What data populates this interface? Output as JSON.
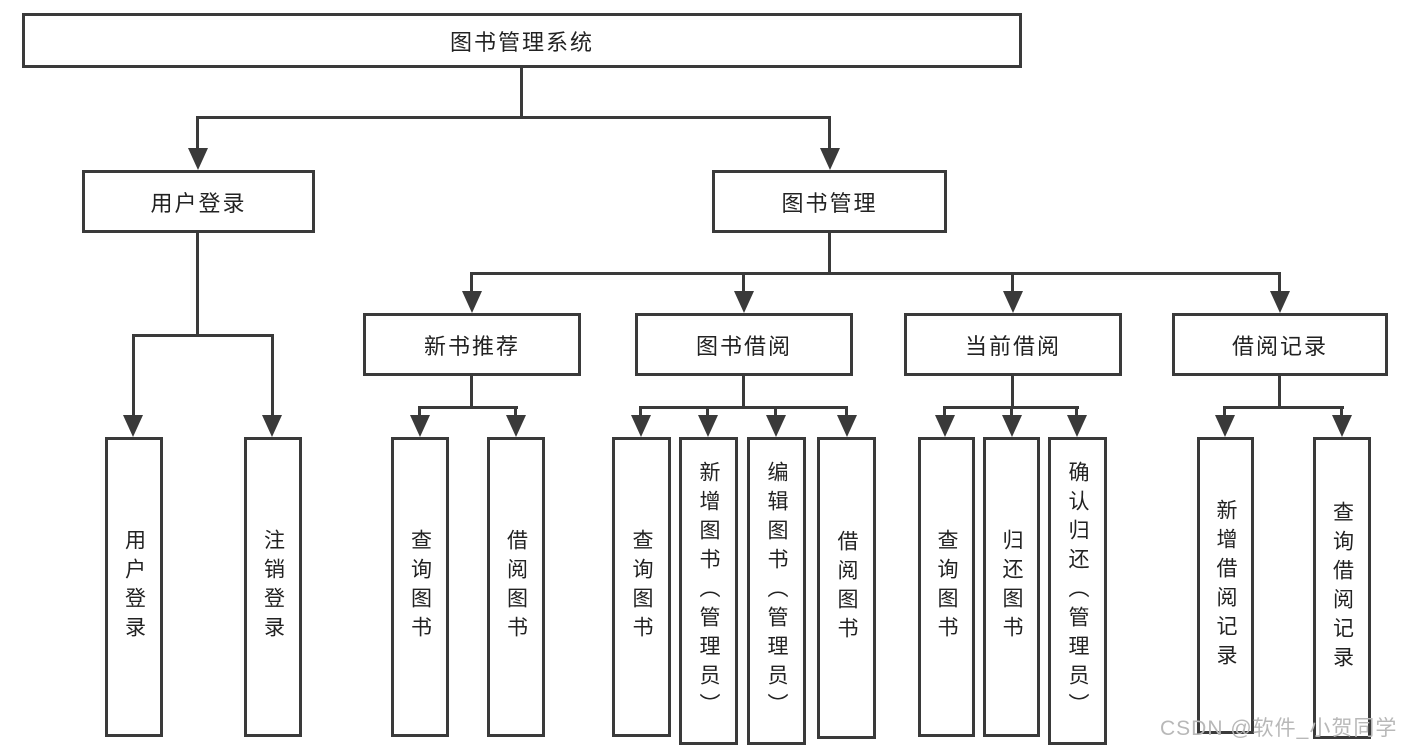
{
  "diagram": {
    "type": "tree",
    "nodes": {
      "root": "图书管理系统",
      "user_login": "用户登录",
      "book_mgmt": "图书管理",
      "new_book": "新书推荐",
      "book_borrow": "图书借阅",
      "current_borrow": "当前借阅",
      "borrow_record": "借阅记录",
      "ul_user_login": "用户登录",
      "ul_logout": "注销登录",
      "nb_query_book": "查询图书",
      "nb_borrow_book": "借阅图书",
      "bb_query_book": "查询图书",
      "bb_add_book": "新增图书（管理员）",
      "bb_edit_book": "编辑图书（管理员）",
      "bb_borrow_book": "借阅图书",
      "cb_query_book": "查询图书",
      "cb_return_book": "归还图书",
      "cb_confirm_return": "确认归还（管理员）",
      "br_add_record": "新增借阅记录",
      "br_query_record": "查询借阅记录"
    },
    "edges": [
      [
        "root",
        "user_login"
      ],
      [
        "root",
        "book_mgmt"
      ],
      [
        "user_login",
        "ul_user_login"
      ],
      [
        "user_login",
        "ul_logout"
      ],
      [
        "book_mgmt",
        "new_book"
      ],
      [
        "book_mgmt",
        "book_borrow"
      ],
      [
        "book_mgmt",
        "current_borrow"
      ],
      [
        "book_mgmt",
        "borrow_record"
      ],
      [
        "new_book",
        "nb_query_book"
      ],
      [
        "new_book",
        "nb_borrow_book"
      ],
      [
        "book_borrow",
        "bb_query_book"
      ],
      [
        "book_borrow",
        "bb_add_book"
      ],
      [
        "book_borrow",
        "bb_edit_book"
      ],
      [
        "book_borrow",
        "bb_borrow_book"
      ],
      [
        "current_borrow",
        "cb_query_book"
      ],
      [
        "current_borrow",
        "cb_return_book"
      ],
      [
        "current_borrow",
        "cb_confirm_return"
      ],
      [
        "borrow_record",
        "br_add_record"
      ],
      [
        "borrow_record",
        "br_query_record"
      ]
    ],
    "colors": {
      "line": "#3a3a3a",
      "text": "#222222",
      "background": "#ffffff",
      "watermark": "#b8b8b8"
    }
  },
  "watermark": {
    "text": "CSDN @软件_小贺同学"
  }
}
